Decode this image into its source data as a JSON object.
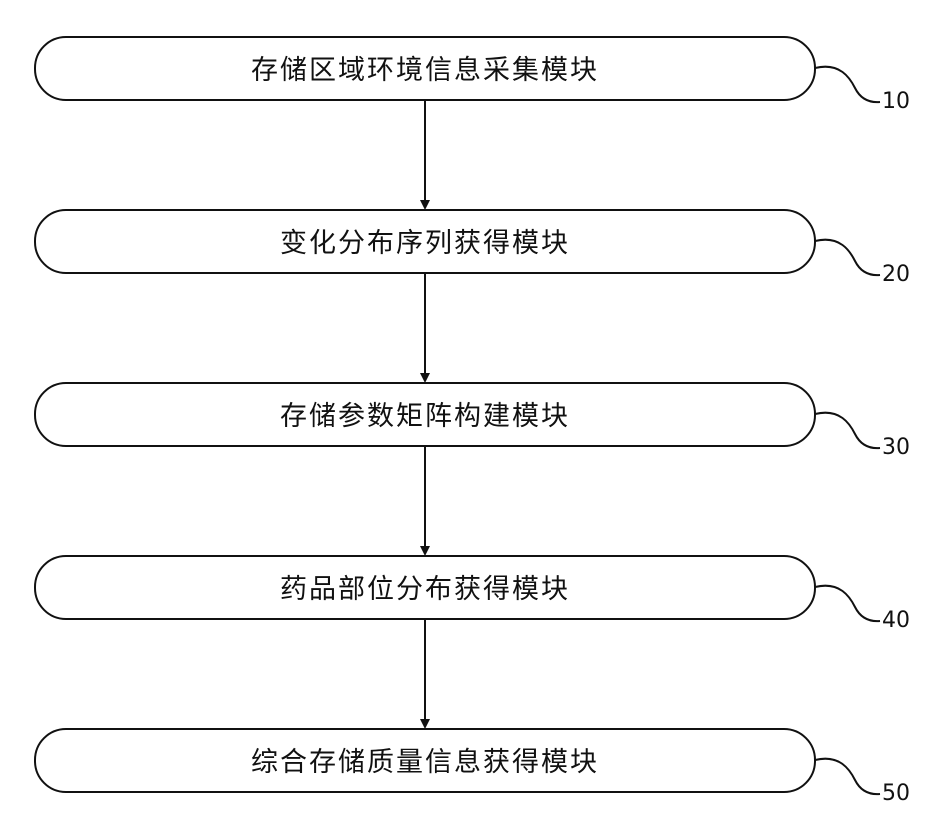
{
  "modules": [
    {
      "label": "存储区域环境信息采集模块",
      "ref": "10"
    },
    {
      "label": "变化分布序列获得模块",
      "ref": "20"
    },
    {
      "label": "存储参数矩阵构建模块",
      "ref": "30"
    },
    {
      "label": "药品部位分布获得模块",
      "ref": "40"
    },
    {
      "label": "综合存储质量信息获得模块",
      "ref": "50"
    }
  ],
  "colors": {
    "stroke": "#111111",
    "fill": "#ffffff"
  }
}
